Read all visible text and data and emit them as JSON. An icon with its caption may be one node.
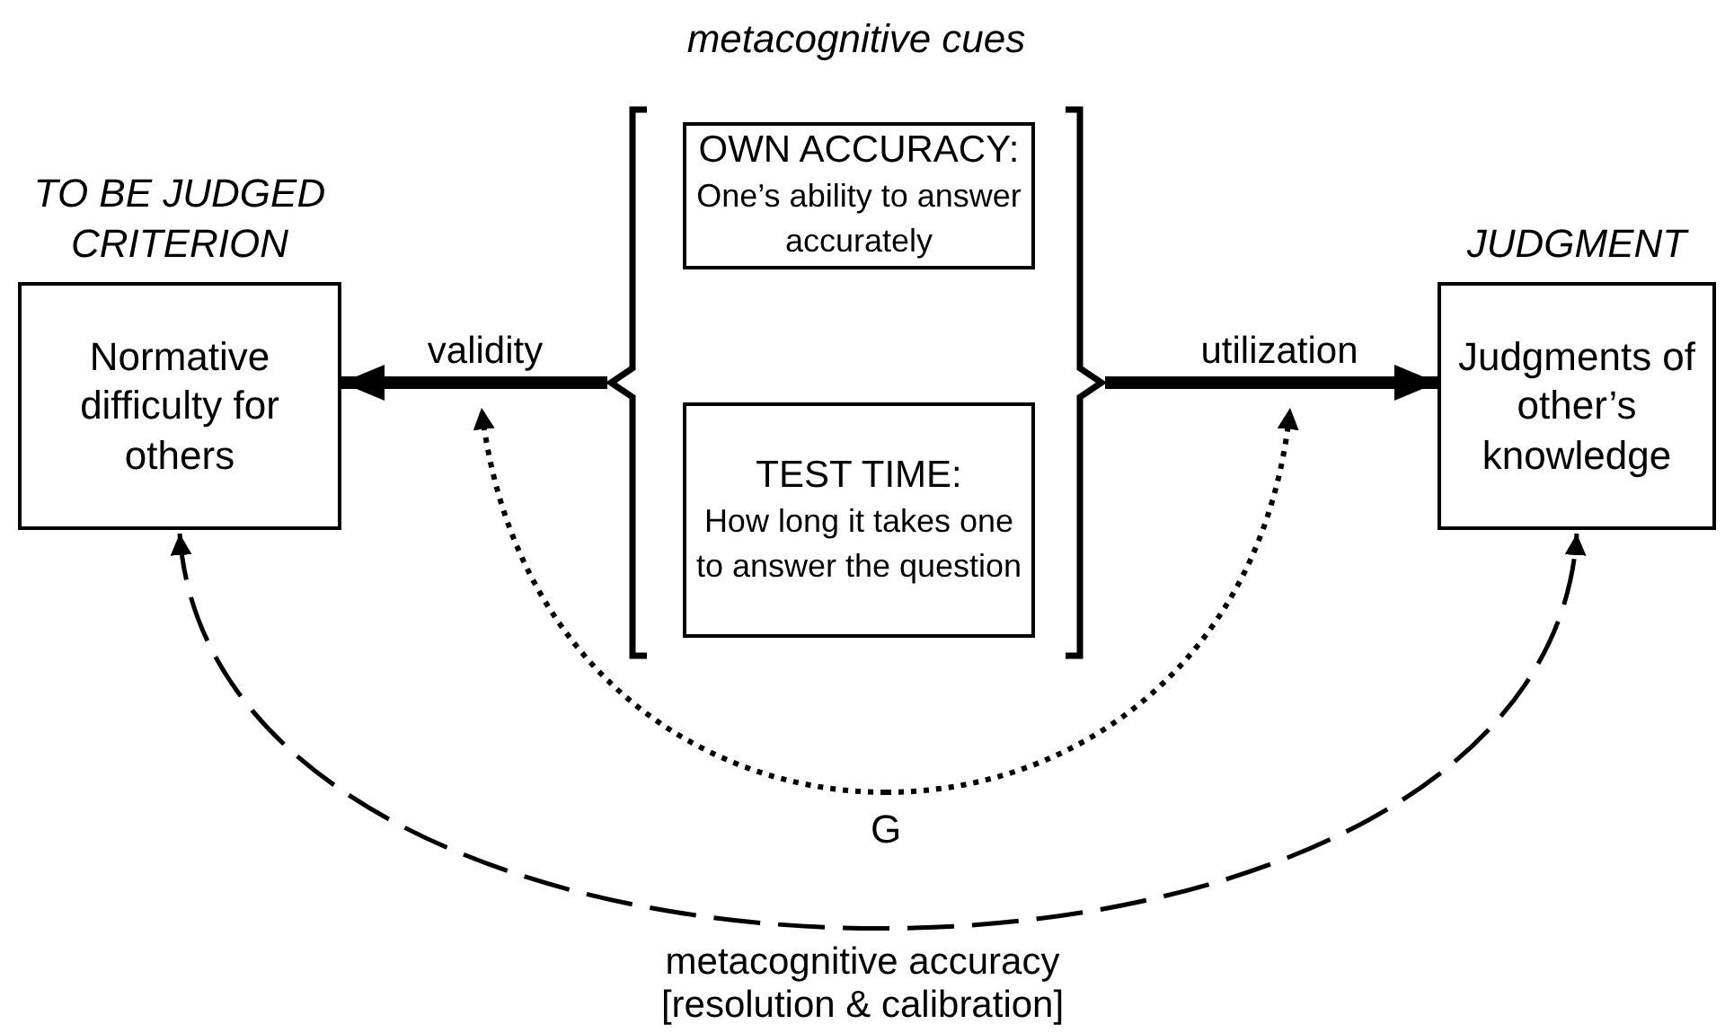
{
  "diagram": {
    "nodes": [
      {
        "text": [
          "TO BE JUDGED CRITERION",
          "Normative difficulty for others"
        ]
      },
      {
        "text": [
          "metacognitive cues"
        ]
      },
      {
        "text": [
          "OWN ACCURACY:",
          "One’s ability to answer accurately"
        ],
        "in": 1
      },
      {
        "text": [
          "TEST TIME:",
          "How long it takes one to answer the question"
        ],
        "in": 1
      },
      {
        "text": [
          "JUDGMENT",
          "Judgments of other’s knowledge"
        ]
      },
      {
        "text": [
          "G"
        ]
      }
    ],
    "edges": [
      {
        "from": 1,
        "to": 0,
        "arrow": "to",
        "label": "validity",
        "style": "thick"
      },
      {
        "from": 1,
        "to": 4,
        "arrow": "to",
        "label": "utilization",
        "style": "thick"
      },
      {
        "from": 0,
        "to": 4,
        "arrow": "both",
        "label": "metacognitive accuracy [resolution & calibration]",
        "style": "dashed"
      },
      {
        "from": 5,
        "to": null,
        "arrow": "to",
        "style": "dashed"
      },
      {
        "from": 5,
        "to": null,
        "arrow": "to",
        "style": "dashed"
      }
    ]
  }
}
